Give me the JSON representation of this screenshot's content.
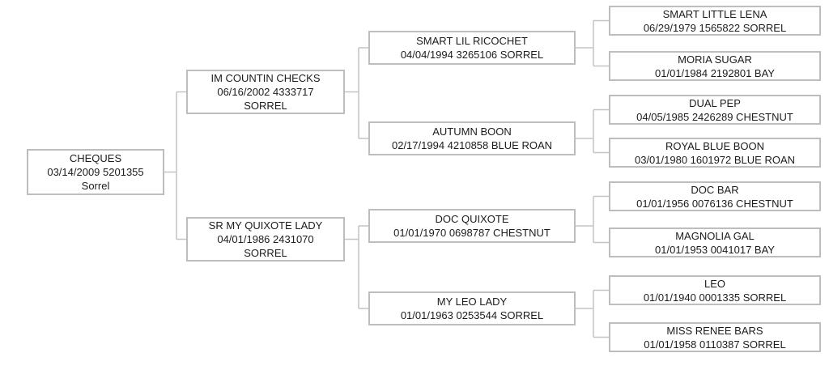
{
  "pedigree": {
    "subject": {
      "name": "CHEQUES",
      "details": "03/14/2009 5201355",
      "coat": "Sorrel"
    },
    "gen2": [
      {
        "name": "IM COUNTIN CHECKS",
        "details": "06/16/2002 4333717",
        "coat": "SORREL"
      },
      {
        "name": "SR MY QUIXOTE LADY",
        "details": "04/01/1986 2431070",
        "coat": "SORREL"
      }
    ],
    "gen3": [
      {
        "name": "SMART LIL RICOCHET",
        "details": "04/04/1994 3265106 SORREL"
      },
      {
        "name": "AUTUMN BOON",
        "details": "02/17/1994 4210858 BLUE ROAN"
      },
      {
        "name": "DOC QUIXOTE",
        "details": "01/01/1970 0698787 CHESTNUT"
      },
      {
        "name": "MY LEO LADY",
        "details": "01/01/1963 0253544 SORREL"
      }
    ],
    "gen4": [
      {
        "name": "SMART LITTLE LENA",
        "details": "06/29/1979 1565822 SORREL"
      },
      {
        "name": "MORIA SUGAR",
        "details": "01/01/1984 2192801 BAY"
      },
      {
        "name": "DUAL PEP",
        "details": "04/05/1985 2426289 CHESTNUT"
      },
      {
        "name": "ROYAL BLUE BOON",
        "details": "03/01/1980 1601972 BLUE ROAN"
      },
      {
        "name": "DOC BAR",
        "details": "01/01/1956 0076136 CHESTNUT"
      },
      {
        "name": "MAGNOLIA GAL",
        "details": "01/01/1953 0041017 BAY"
      },
      {
        "name": "LEO",
        "details": "01/01/1940 0001335 SORREL"
      },
      {
        "name": "MISS RENEE BARS",
        "details": "01/01/1958 0110387 SORREL"
      }
    ],
    "style": {
      "box_border": "#bdbdbd",
      "line_color": "#c4c4c4",
      "text_color": "#1c1c1c",
      "background": "#ffffff"
    }
  }
}
